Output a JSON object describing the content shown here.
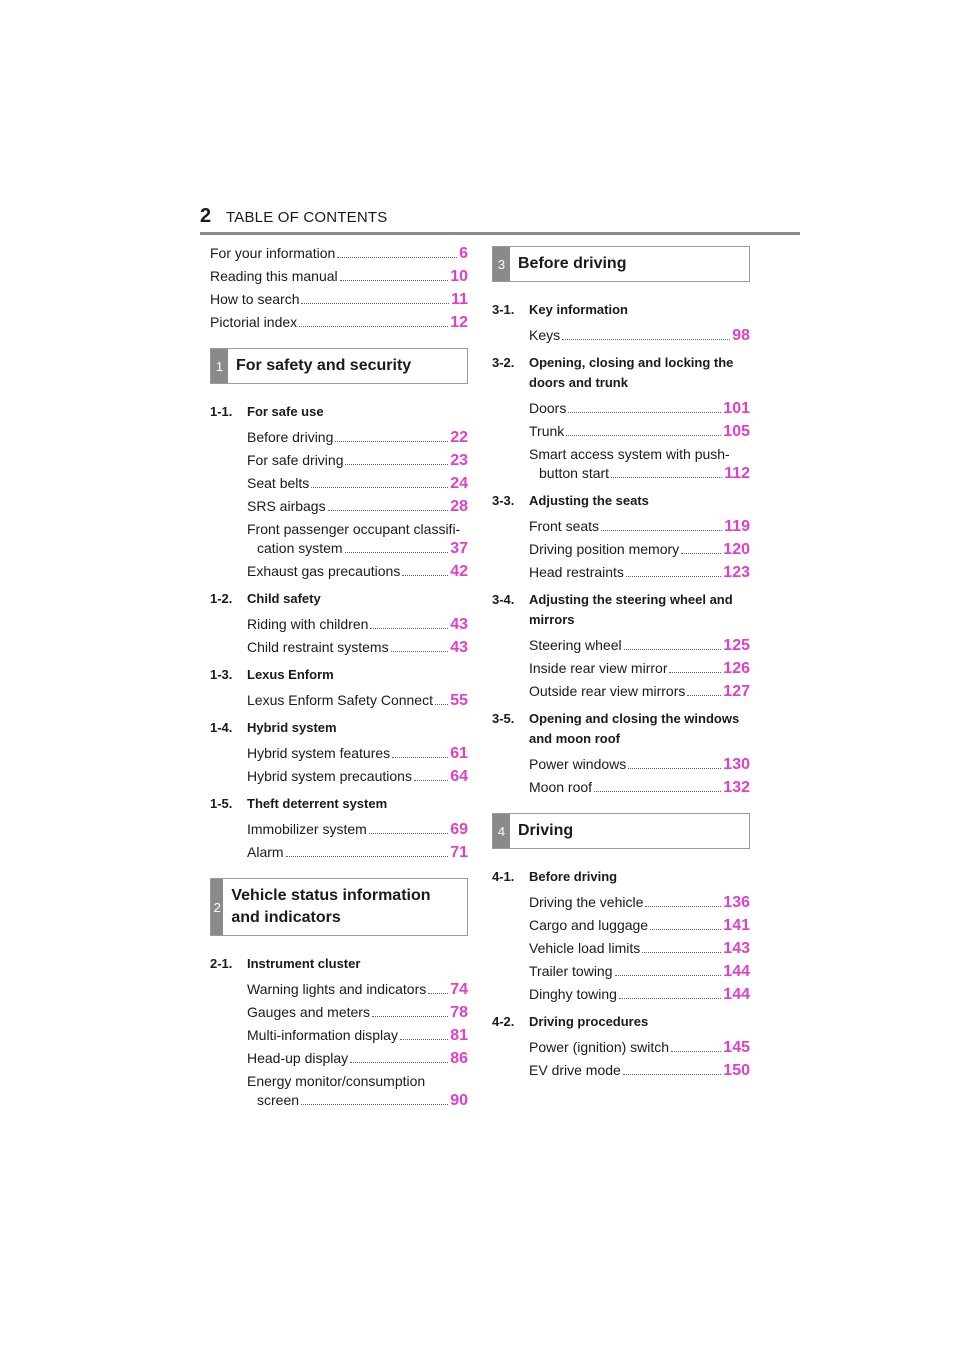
{
  "header": {
    "page_number": "2",
    "title": "TABLE OF CONTENTS"
  },
  "front": [
    {
      "label": "For your information",
      "page": "6"
    },
    {
      "label": "Reading this manual",
      "page": "10"
    },
    {
      "label": "How to search",
      "page": "11"
    },
    {
      "label": "Pictorial index",
      "page": "12"
    }
  ],
  "sections": [
    {
      "number": "1",
      "title": "For safety and security",
      "chapters": [
        {
          "num": "1-1.",
          "title": "For safe use",
          "items": [
            {
              "label": "Before driving",
              "page": "22"
            },
            {
              "label": "For safe driving",
              "page": "23"
            },
            {
              "label": "Seat belts",
              "page": "24"
            },
            {
              "label": "SRS airbags",
              "page": "28"
            },
            {
              "label": "Front passenger occupant classifi-",
              "label2": "cation system",
              "page": "37"
            },
            {
              "label": "Exhaust gas precautions",
              "page": "42"
            }
          ]
        },
        {
          "num": "1-2.",
          "title": "Child safety",
          "items": [
            {
              "label": "Riding with children",
              "page": "43"
            },
            {
              "label": "Child restraint systems",
              "page": "43"
            }
          ]
        },
        {
          "num": "1-3.",
          "title": "Lexus Enform",
          "items": [
            {
              "label": "Lexus Enform Safety Connect",
              "page": "55"
            }
          ]
        },
        {
          "num": "1-4.",
          "title": "Hybrid system",
          "items": [
            {
              "label": "Hybrid system features",
              "page": "61"
            },
            {
              "label": "Hybrid system precautions",
              "page": "64"
            }
          ]
        },
        {
          "num": "1-5.",
          "title": "Theft deterrent system",
          "items": [
            {
              "label": "Immobilizer system",
              "page": "69"
            },
            {
              "label": "Alarm",
              "page": "71"
            }
          ]
        }
      ]
    },
    {
      "number": "2",
      "title": "Vehicle status information and indicators",
      "chapters": [
        {
          "num": "2-1.",
          "title": "Instrument cluster",
          "items": [
            {
              "label": "Warning lights and indicators",
              "page": "74"
            },
            {
              "label": "Gauges and meters",
              "page": "78"
            },
            {
              "label": "Multi-information display",
              "page": "81"
            },
            {
              "label": "Head-up display",
              "page": "86"
            },
            {
              "label": "Energy monitor/consumption",
              "label2": "screen",
              "page": "90"
            }
          ]
        }
      ]
    },
    {
      "number": "3",
      "title": "Before driving",
      "chapters": [
        {
          "num": "3-1.",
          "title": "Key information",
          "items": [
            {
              "label": "Keys",
              "page": "98"
            }
          ]
        },
        {
          "num": "3-2.",
          "title": "Opening, closing and locking the",
          "title2": "doors and trunk",
          "items": [
            {
              "label": "Doors",
              "page": "101"
            },
            {
              "label": "Trunk",
              "page": "105"
            },
            {
              "label": "Smart access system with push-",
              "label2": "button start",
              "page": "112"
            }
          ]
        },
        {
          "num": "3-3.",
          "title": "Adjusting the seats",
          "items": [
            {
              "label": "Front seats",
              "page": "119"
            },
            {
              "label": "Driving position memory",
              "page": "120"
            },
            {
              "label": "Head restraints",
              "page": "123"
            }
          ]
        },
        {
          "num": "3-4.",
          "title": "Adjusting the steering wheel and",
          "title2": "mirrors",
          "items": [
            {
              "label": "Steering wheel",
              "page": "125"
            },
            {
              "label": "Inside rear view mirror",
              "page": "126"
            },
            {
              "label": "Outside rear view mirrors",
              "page": "127"
            }
          ]
        },
        {
          "num": "3-5.",
          "title": "Opening and closing the windows",
          "title2": "and moon roof",
          "items": [
            {
              "label": "Power windows",
              "page": "130"
            },
            {
              "label": "Moon roof",
              "page": "132"
            }
          ]
        }
      ]
    },
    {
      "number": "4",
      "title": "Driving",
      "chapters": [
        {
          "num": "4-1.",
          "title": "Before driving",
          "items": [
            {
              "label": "Driving the vehicle",
              "page": "136"
            },
            {
              "label": "Cargo and luggage",
              "page": "141"
            },
            {
              "label": "Vehicle load limits",
              "page": "143"
            },
            {
              "label": "Trailer towing",
              "page": "144"
            },
            {
              "label": "Dinghy towing",
              "page": "144"
            }
          ]
        },
        {
          "num": "4-2.",
          "title": "Driving procedures",
          "items": [
            {
              "label": "Power (ignition) switch",
              "page": "145"
            },
            {
              "label": "EV drive mode",
              "page": "150"
            }
          ]
        }
      ]
    }
  ],
  "colors": {
    "page_number": "#e040c8",
    "section_tab": "#8a8a8a",
    "rule": "#8a8a8a"
  }
}
